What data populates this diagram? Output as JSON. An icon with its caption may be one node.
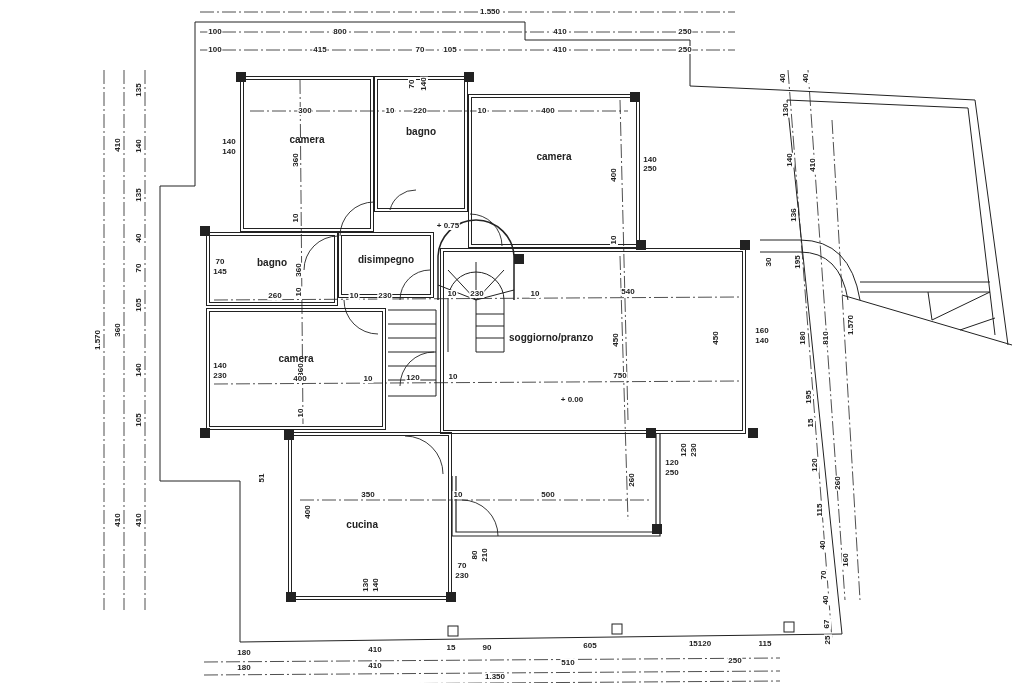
{
  "diagram": {
    "nodes": [
      {
        "text": [
          "camera"
        ]
      },
      {
        "text": [
          "bagno"
        ]
      },
      {
        "text": [
          "camera"
        ]
      },
      {
        "text": [
          "bagno"
        ]
      },
      {
        "text": [
          "disimpegno"
        ]
      },
      {
        "text": [
          "camera"
        ]
      },
      {
        "text": [
          "soggiorno/pranzo"
        ]
      },
      {
        "text": [
          "cucina"
        ]
      }
    ],
    "labels": [
      "1.550",
      "100",
      "800",
      "410",
      "250",
      "100",
      "415",
      "70",
      "105",
      "410",
      "250",
      "70",
      "140",
      "300",
      "10",
      "220",
      "10",
      "400",
      "140",
      "140",
      "140",
      "250",
      "360",
      "10",
      "400",
      "10",
      "+ 0.75",
      "70",
      "145",
      "260",
      "360",
      "10",
      "10",
      "230",
      "10",
      "230",
      "10",
      "540",
      "160",
      "140",
      "450",
      "450",
      "140",
      "230",
      "360",
      "10",
      "400",
      "10",
      "120",
      "10",
      "750",
      "+ 0.00",
      "120",
      "230",
      "120",
      "250",
      "260",
      "51",
      "350",
      "10",
      "500",
      "400",
      "80",
      "210",
      "70",
      "230",
      "130",
      "140",
      "180",
      "410",
      "15",
      "90",
      "605",
      "15120",
      "115",
      "180",
      "410",
      "510",
      "250",
      "1.350",
      "1.570",
      "410",
      "360",
      "410",
      "135",
      "140",
      "135",
      "40",
      "70",
      "105",
      "140",
      "105",
      "410",
      "40",
      "130",
      "140",
      "136",
      "195",
      "180",
      "195",
      "15",
      "120",
      "115",
      "40",
      "70",
      "40",
      "67",
      "25",
      "40",
      "410",
      "810",
      "260",
      "160",
      "1.570",
      "30"
    ]
  }
}
